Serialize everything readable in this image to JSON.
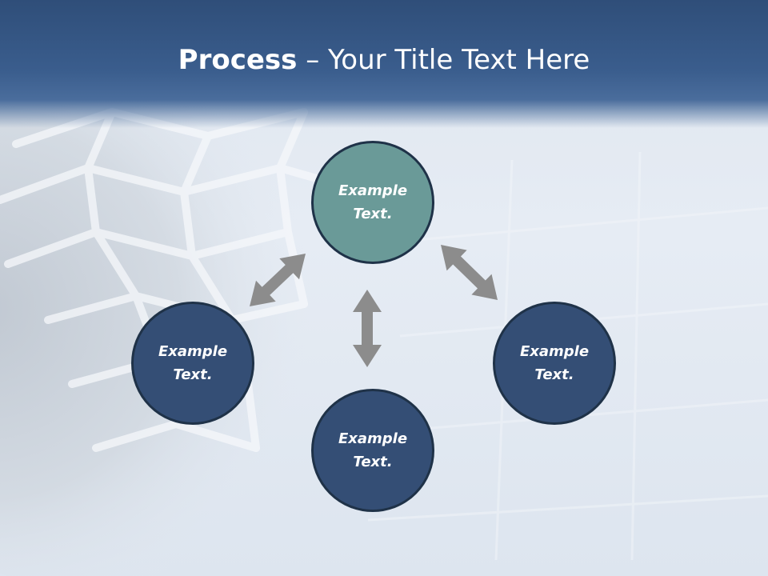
{
  "slide": {
    "title_bold": "Process",
    "title_sep": " – ",
    "title_rest": "Your Title Text Here"
  },
  "nodes": [
    {
      "id": "top",
      "text": "Example Text.",
      "color": "#6a9a98"
    },
    {
      "id": "left",
      "text": "Example Text.",
      "color": "#344e75"
    },
    {
      "id": "right",
      "text": "Example Text.",
      "color": "#344e75"
    },
    {
      "id": "bottom",
      "text": "Example Text.",
      "color": "#344e75"
    }
  ],
  "colors": {
    "header": "#34557f",
    "arrow": "#8c8c8c",
    "node_border": "#1f3248"
  }
}
